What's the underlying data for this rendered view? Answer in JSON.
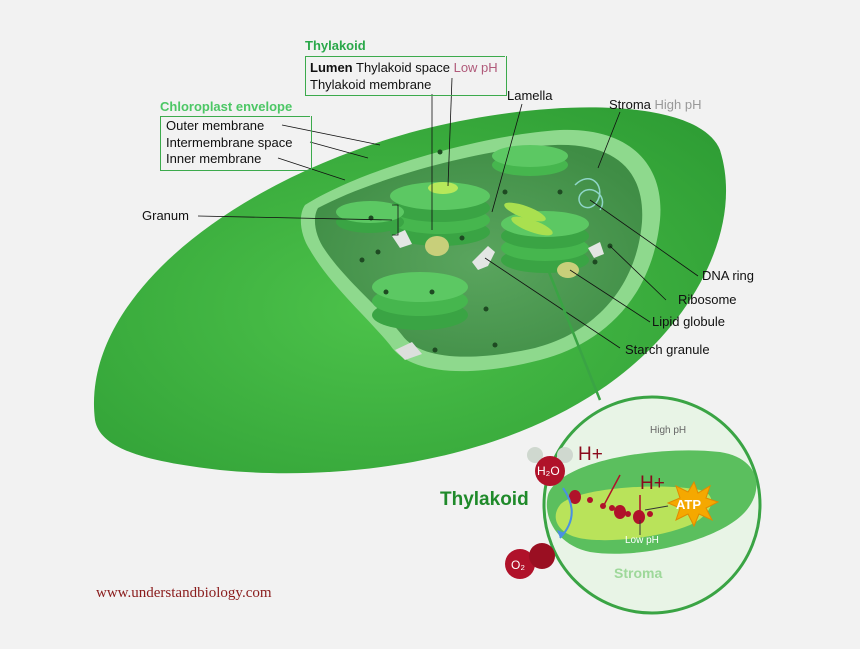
{
  "thylakoid_heading": "Thylakoid",
  "lumen_label": "Lumen",
  "thylakoid_space_label": "Thylakoid space",
  "low_ph_label": "Low pH",
  "thylakoid_membrane_label": "Thylakoid membrane",
  "envelope_heading": "Chloroplast envelope",
  "outer_membrane_label": "Outer membrane",
  "intermembrane_space_label": "Intermembrane space",
  "inner_membrane_label": "Inner membrane",
  "granum_label": "Granum",
  "lamella_label": "Lamella",
  "stroma_label": "Stroma",
  "stroma_high_ph_label": "High pH",
  "dna_ring_label": "DNA ring",
  "ribosome_label": "Ribosome",
  "lipid_globule_label": "Lipid globule",
  "starch_granule_label": "Starch granule",
  "inset": {
    "thylakoid_label": "Thylakoid",
    "high_ph": "High pH",
    "low_ph": "Low pH",
    "stroma": "Stroma",
    "h_plus_1": "H+",
    "h_plus_2": "H+",
    "water_label": "H₂O",
    "oxygen_label": "O₂",
    "atp_label": "ATP"
  },
  "website": "www.understandbiology.com",
  "colors": {
    "outer_body": "#3cb33f",
    "stroma": "#4a9a52",
    "accent_green": "#2aa84a",
    "proton_red": "#b0122a",
    "atp_orange": "#f5a800"
  }
}
